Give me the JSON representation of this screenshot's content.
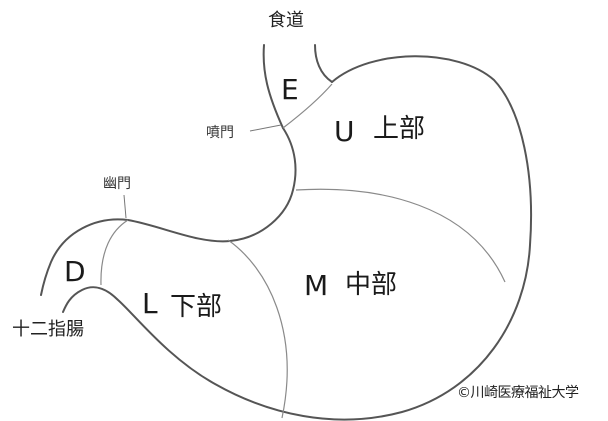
{
  "labels": {
    "esophagus": "食道",
    "cardia": "噴門",
    "pylorus": "幽門",
    "duodenum": "十二指腸",
    "region_e": "E",
    "region_u": "U",
    "region_u_name": "上部",
    "region_m": "M",
    "region_m_name": "中部",
    "region_l": "L",
    "region_l_name": "下部",
    "region_d": "D"
  },
  "credit": "©川崎医療福祉大学",
  "colors": {
    "outline": "#555555",
    "division_line": "#8a8a8a",
    "leader_line": "#777777",
    "text": "#222222",
    "background": "#ffffff"
  }
}
